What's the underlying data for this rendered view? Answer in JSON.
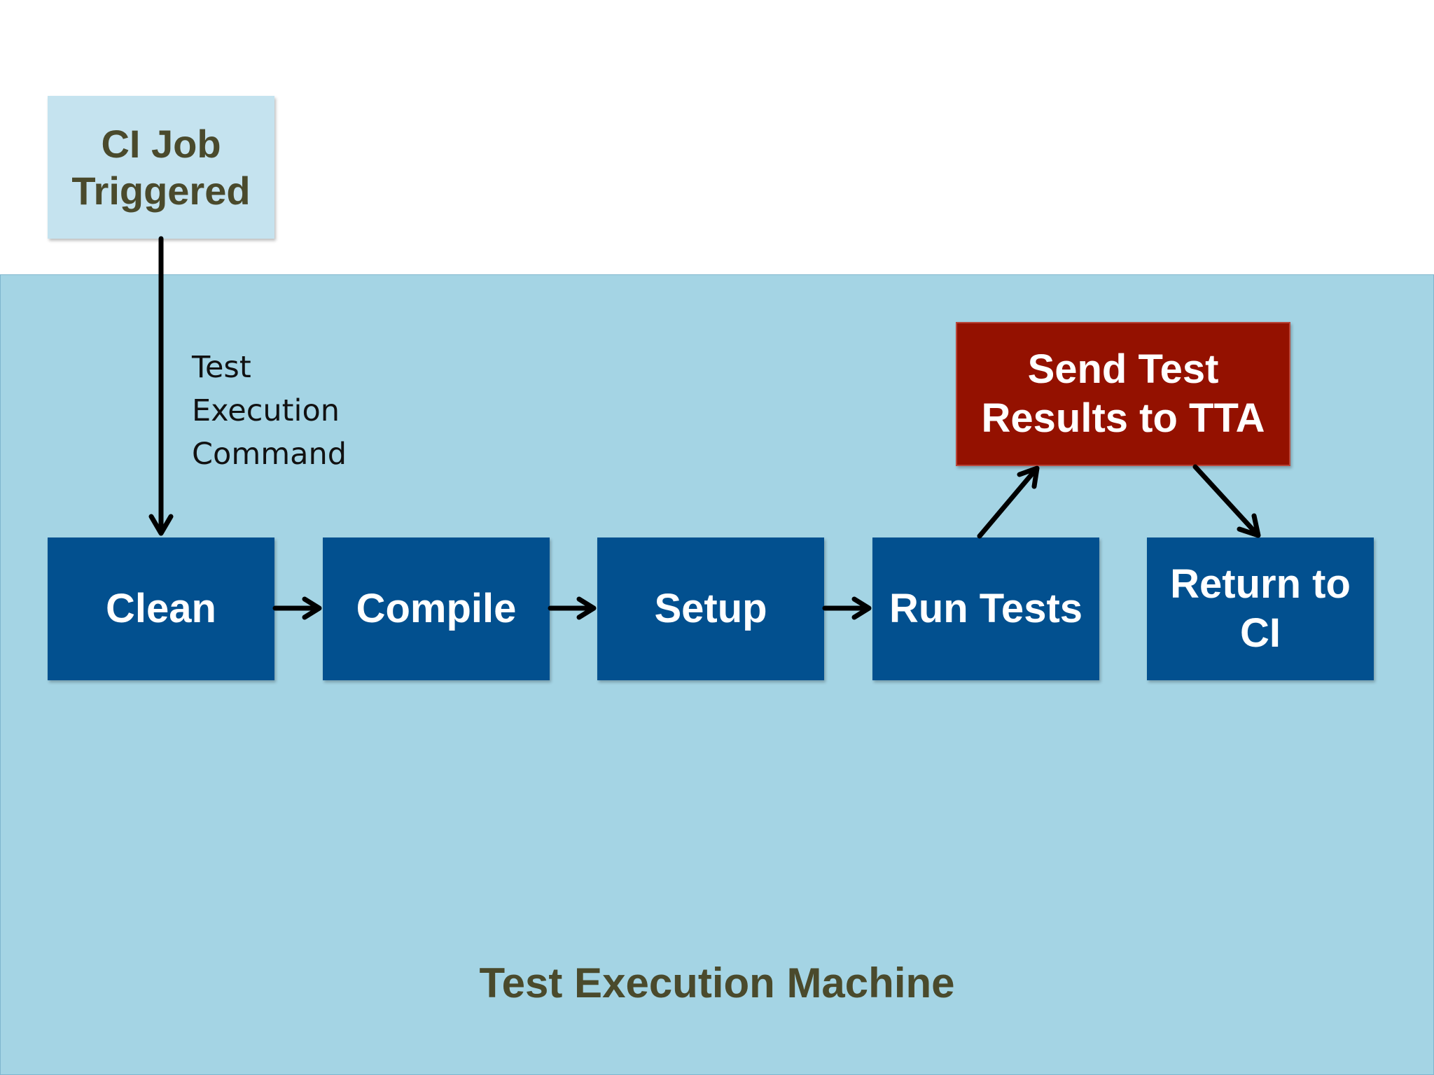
{
  "diagram": {
    "trigger_label": "CI Job Triggered",
    "edge_label": "Test Execution Command",
    "steps": [
      "Clean",
      "Compile",
      "Setup",
      "Run Tests",
      "Return to CI"
    ],
    "side_step": "Send Test Results to TTA",
    "region_label": "Test Execution Machine"
  },
  "colors": {
    "region": "#a4d4e4",
    "trigger_box": "#c5e3ef",
    "step_box": "#02508f",
    "side_box": "#941100",
    "dark_text": "#4a4a2c"
  }
}
